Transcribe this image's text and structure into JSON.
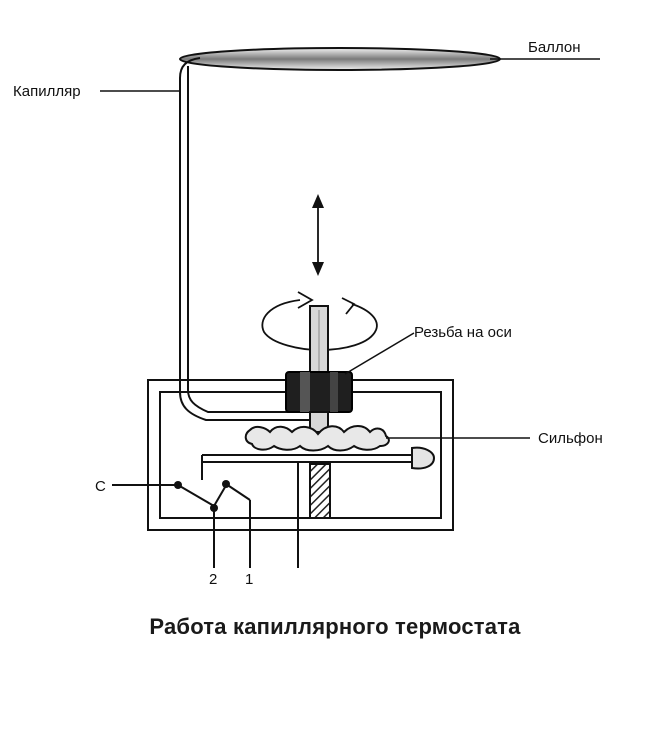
{
  "labels": {
    "bulb": "Баллон",
    "capillary": "Капилляр",
    "axis_thread": "Резьба на оси",
    "bellows": "Сильфон",
    "terminal_c": "С",
    "terminal_2": "2",
    "terminal_1": "1"
  },
  "caption": "Работа капиллярного термостата"
}
